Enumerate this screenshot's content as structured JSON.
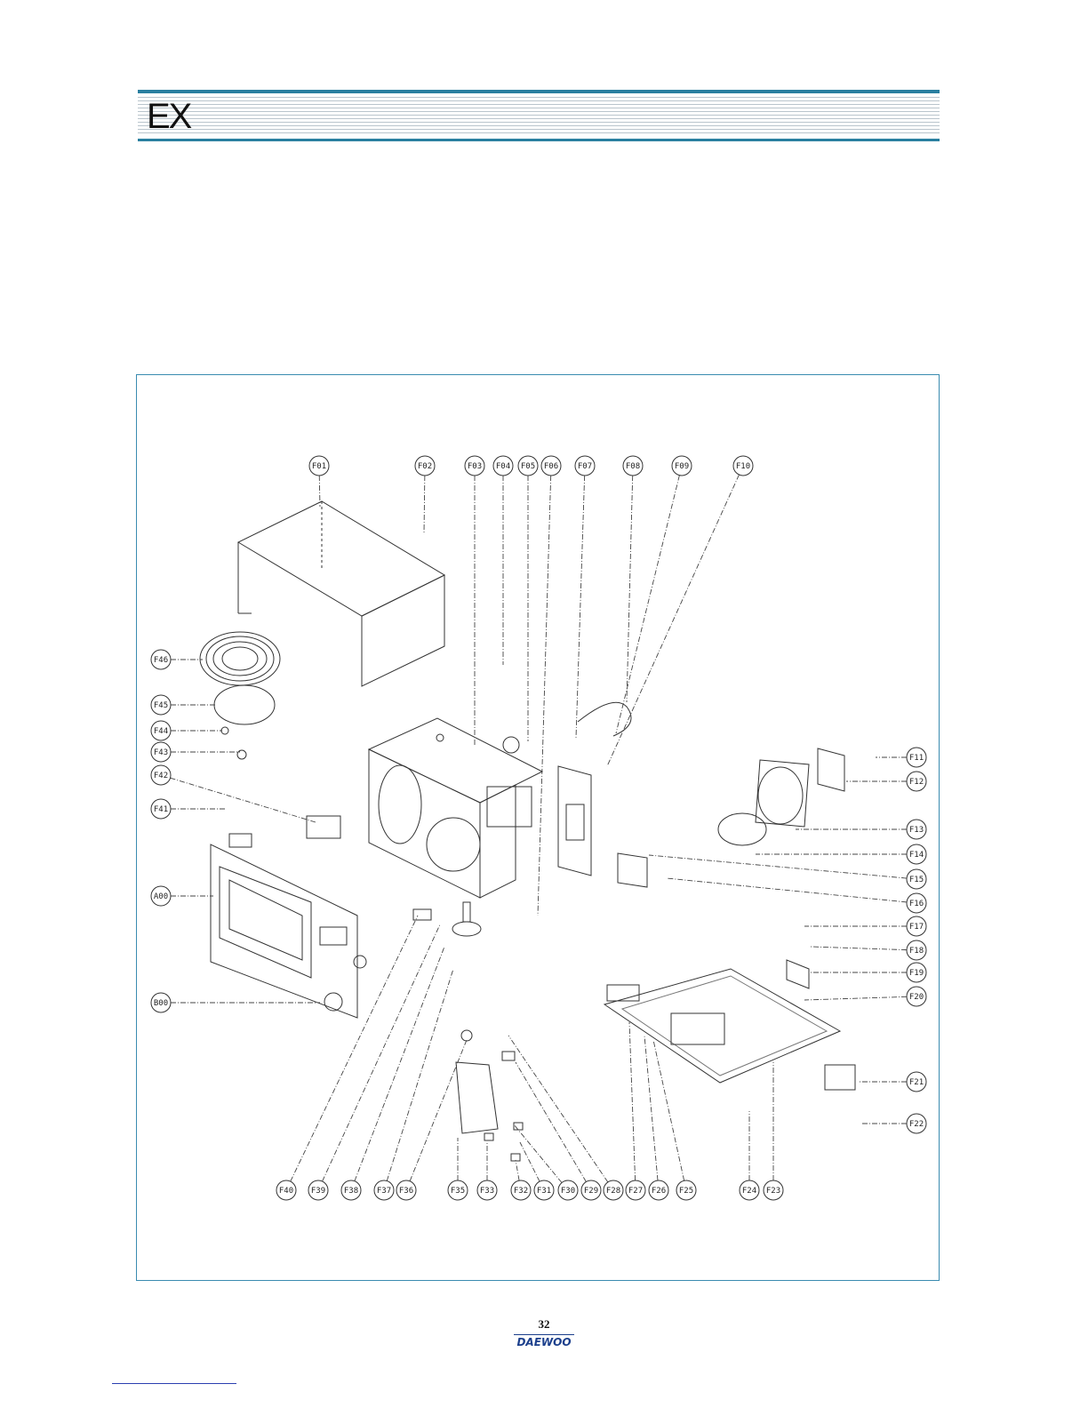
{
  "header": {
    "title": "EX"
  },
  "colors": {
    "accent": "#2a7fa0",
    "brand": "#1b3f8c"
  },
  "diagram": {
    "callouts": [
      {
        "id": "F01",
        "label": "F01"
      },
      {
        "id": "F02",
        "label": "F02"
      },
      {
        "id": "F03",
        "label": "F03"
      },
      {
        "id": "F04",
        "label": "F04"
      },
      {
        "id": "F05",
        "label": "F05"
      },
      {
        "id": "F06",
        "label": "F06"
      },
      {
        "id": "F07",
        "label": "F07"
      },
      {
        "id": "F08",
        "label": "F08"
      },
      {
        "id": "F09",
        "label": "F09"
      },
      {
        "id": "F10",
        "label": "F10"
      },
      {
        "id": "F11",
        "label": "F11"
      },
      {
        "id": "F12",
        "label": "F12"
      },
      {
        "id": "F13",
        "label": "F13"
      },
      {
        "id": "F14",
        "label": "F14"
      },
      {
        "id": "F15",
        "label": "F15"
      },
      {
        "id": "F16",
        "label": "F16"
      },
      {
        "id": "F17",
        "label": "F17"
      },
      {
        "id": "F18",
        "label": "F18"
      },
      {
        "id": "F19",
        "label": "F19"
      },
      {
        "id": "F20",
        "label": "F20"
      },
      {
        "id": "F21",
        "label": "F21"
      },
      {
        "id": "F22",
        "label": "F22"
      },
      {
        "id": "F23",
        "label": "F23"
      },
      {
        "id": "F24",
        "label": "F24"
      },
      {
        "id": "F25",
        "label": "F25"
      },
      {
        "id": "F26",
        "label": "F26"
      },
      {
        "id": "F27",
        "label": "F27"
      },
      {
        "id": "F28",
        "label": "F28"
      },
      {
        "id": "F29",
        "label": "F29"
      },
      {
        "id": "F30",
        "label": "F30"
      },
      {
        "id": "F31",
        "label": "F31"
      },
      {
        "id": "F32",
        "label": "F32"
      },
      {
        "id": "F33",
        "label": "F33"
      },
      {
        "id": "F35",
        "label": "F35"
      },
      {
        "id": "F36",
        "label": "F36"
      },
      {
        "id": "F37",
        "label": "F37"
      },
      {
        "id": "F38",
        "label": "F38"
      },
      {
        "id": "F39",
        "label": "F39"
      },
      {
        "id": "F40",
        "label": "F40"
      },
      {
        "id": "F41",
        "label": "F41"
      },
      {
        "id": "F42",
        "label": "F42"
      },
      {
        "id": "F43",
        "label": "F43"
      },
      {
        "id": "F44",
        "label": "F44"
      },
      {
        "id": "F45",
        "label": "F45"
      },
      {
        "id": "F46",
        "label": "F46"
      },
      {
        "id": "A00",
        "label": "A00"
      },
      {
        "id": "B00",
        "label": "B00"
      }
    ]
  },
  "footer": {
    "page_number": "32",
    "brand": "DAEWOO"
  }
}
